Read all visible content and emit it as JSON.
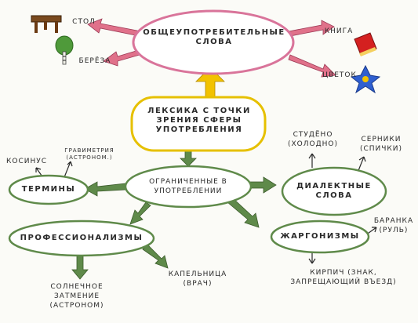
{
  "diagram": {
    "center": "ЛЕКСИКА С ТОЧКИ ЗРЕНИЯ СФЕРЫ УПОТРЕБЛЕНИЯ",
    "common_group": {
      "title": "ОБЩЕУПОТРЕБИТЕЛЬНЫЕ СЛОВА",
      "examples": [
        "СТОЛ",
        "БЕРЁЗА",
        "КНИГА",
        "ЦВЕТОК"
      ]
    },
    "limited_group": {
      "title": "ОГРАНИЧЕННЫЕ В УПОТРЕБЛЕНИИ",
      "branches": [
        {
          "title": "ТЕРМИНЫ",
          "examples": [
            "КОСИНУС",
            "ГРАВИМЕТРИЯ (АСТРОНОМ.)"
          ]
        },
        {
          "title": "ДИАЛЕКТНЫЕ СЛОВА",
          "examples": [
            "СТУДЁНО (ХОЛОДНО)",
            "СЕРНИКИ (СПИЧКИ)"
          ]
        },
        {
          "title": "ПРОФЕССИОНАЛИЗМЫ",
          "examples": [
            "СОЛНЕЧНОЕ ЗАТМЕНИЕ (АСТРОНОМ)",
            "КАПЕЛЬНИЦА (ВРАЧ)"
          ]
        },
        {
          "title": "ЖАРГОНИЗМЫ",
          "examples": [
            "БАРАНКА (РУЛЬ)",
            "КИРПИЧ (ЗНАК, ЗАПРЕЩАЮЩИЙ ВЪЕЗД)"
          ]
        }
      ]
    }
  },
  "colors": {
    "pink": "#e0718a",
    "yellow": "#f2c200",
    "green": "#5f8a4a",
    "ink": "#2a2a2a",
    "book": "#d42020",
    "flower": "#2f5fd0",
    "tree": "#4f9a3a",
    "table": "#7a4a1e"
  }
}
